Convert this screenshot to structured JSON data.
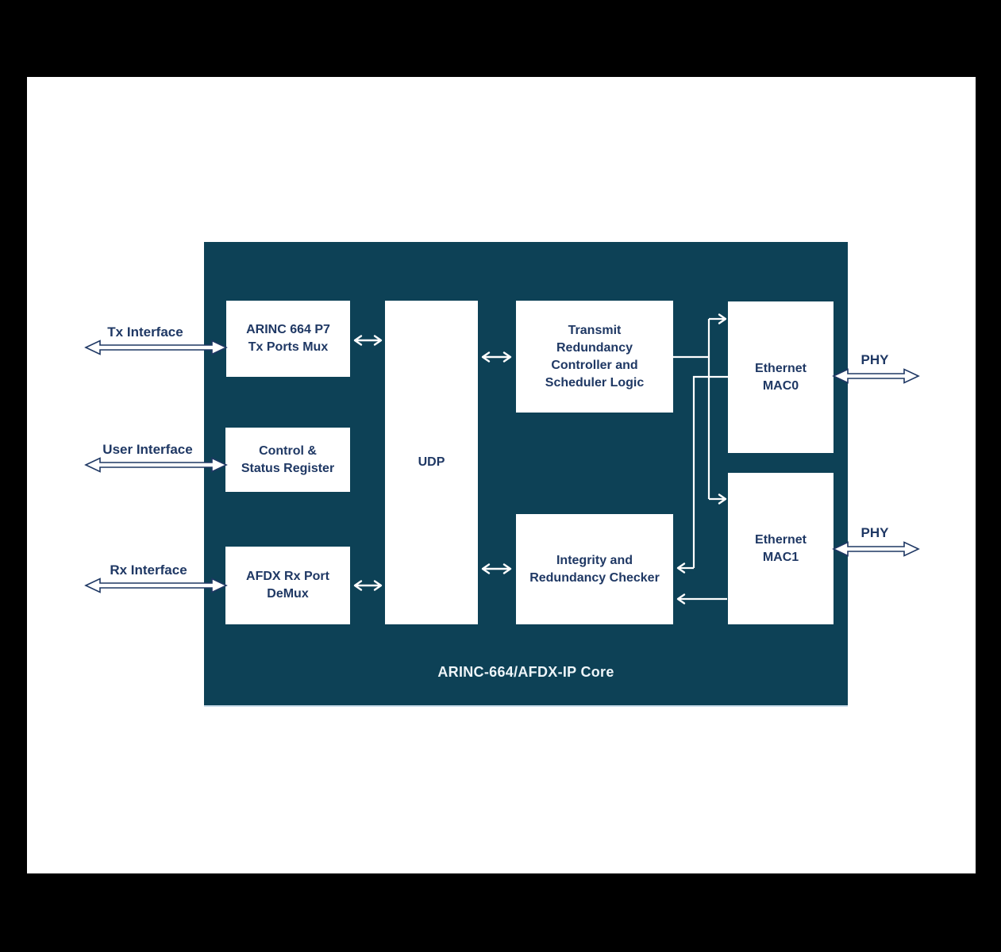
{
  "colors": {
    "canvas-bg": "#000000",
    "page-bg": "#ffffff",
    "core-bg": "#0d4156",
    "text-navy": "#1f3864",
    "core-label-text": "#eef5f9",
    "wire-white": "#ffffff"
  },
  "core": {
    "label": "ARINC-664/AFDX-IP Core"
  },
  "interfaces": {
    "tx": {
      "label": "Tx Interface"
    },
    "user": {
      "label": "User Interface"
    },
    "rx": {
      "label": "Rx Interface"
    },
    "phy0": {
      "label": "PHY"
    },
    "phy1": {
      "label": "PHY"
    }
  },
  "blocks": {
    "tx_mux": {
      "label": "ARINC 664 P7\nTx Ports Mux"
    },
    "csr": {
      "label": "Control &\nStatus Register"
    },
    "rx_demux": {
      "label": "AFDX Rx Port\nDeMux"
    },
    "udp": {
      "label": "UDP"
    },
    "trc": {
      "label": "Transmit\nRedundancy\nController and\nScheduler Logic"
    },
    "irc": {
      "label": "Integrity and\nRedundancy Checker"
    },
    "mac0": {
      "label": "Ethernet\nMAC0"
    },
    "mac1": {
      "label": "Ethernet\nMAC1"
    }
  }
}
